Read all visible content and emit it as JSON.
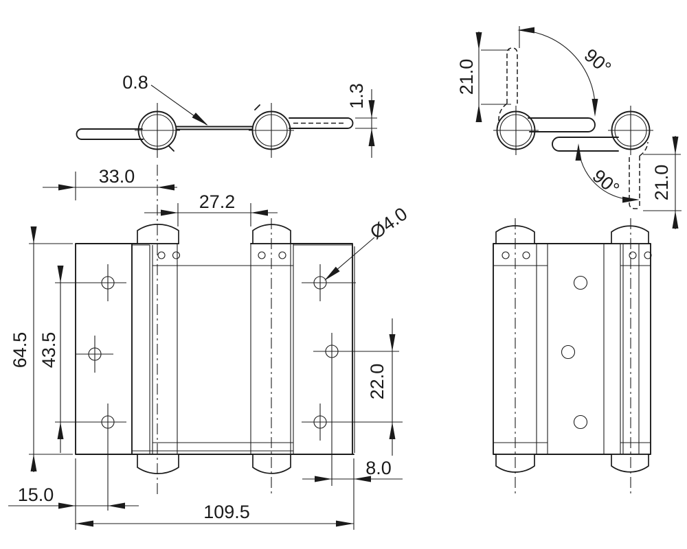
{
  "drawing": {
    "type": "technical-drawing",
    "subject": "double action spring hinge - dimensioned orthographic views",
    "background_color": "#ffffff",
    "line_color": "#1b1b1b",
    "views": {
      "top_view_closed": "top view, hinge closed",
      "side_view_open": "side view, leaves swung 90 degrees",
      "front_view_open": "front view, hinge open flat",
      "front_view_closed": "front view, hinge folded"
    },
    "dimensions": {
      "web_thickness": "0.8",
      "leaf_thickness": "1.3",
      "leaf_width": "33.0",
      "knuckle_gap": "27.2",
      "hole_diameter": "Ø4.0",
      "plate_height": "64.5",
      "hole_row_span": "43.5",
      "hole_offset_right": "22.0",
      "hole_edge_right": "8.0",
      "hole_edge_left": "15.0",
      "overall_width": "109.5",
      "swing_angle_upper": "90°",
      "swing_angle_lower": "90°",
      "swing_height_left": "21.0",
      "swing_height_right": "21.0"
    }
  }
}
